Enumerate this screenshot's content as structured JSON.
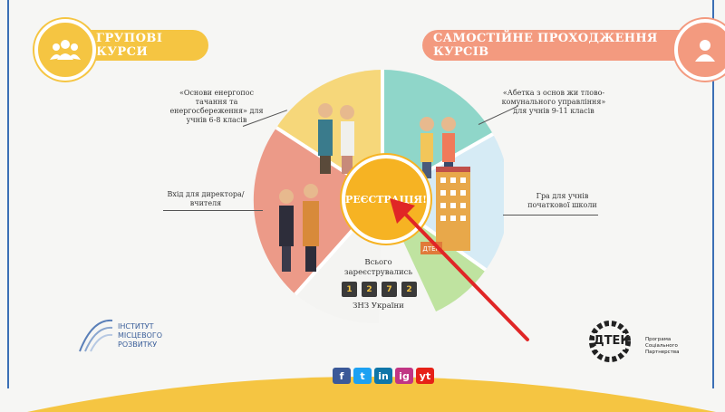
{
  "header": {
    "group_label": "ГРУПОВІ КУРСИ",
    "self_label": "САМОСТІЙНЕ ПРОХОДЖЕННЯ КУРСІВ"
  },
  "wheel": {
    "top_left": "«Основи енергопос тачання та енергосбереження» для учнів 6-8 класів",
    "top_right": "«Абетка з основ жи тлово-комунального управління» для учнів 9-11 класів",
    "left": "Вхід для директора/ вчителя",
    "right": "Гра для учнів початкової школи",
    "register_button": "РЕЄСТРАЦІЯ!",
    "building_sign": "ДТЕК"
  },
  "counter": {
    "line1": "Всього",
    "line2": "зареєструвались",
    "digits": [
      "1",
      "2",
      "7",
      "2"
    ],
    "caption": "ЗНЗ України"
  },
  "institute": {
    "line1": "ІНСТИТУТ",
    "line2": "МІСЦЕВОГО",
    "line3": "РОЗВИТКУ"
  },
  "dtek": {
    "name": "ДТЕК",
    "line1": "Програма",
    "line2": "Соціального",
    "line3": "Партнерства"
  },
  "social": [
    "f",
    "t",
    "in",
    "ig",
    "yt"
  ],
  "colors": {
    "yellow": "#f5c542",
    "coral": "#f39a7f",
    "teal": "#8fd6c9",
    "red_arrow": "#e02626"
  }
}
